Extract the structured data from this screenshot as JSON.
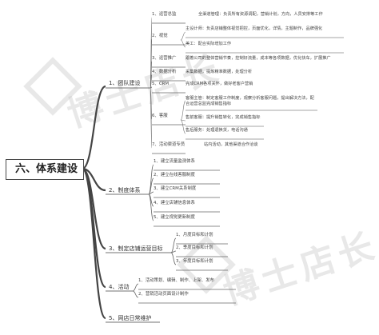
{
  "root": "六、体系建设",
  "watermark": "博士店长",
  "branches": [
    {
      "label": "1、团队建设",
      "children": [
        {
          "label": "1、运营总监",
          "note": "全渠道管理：负责所有资源调配，营销计划，方向，人员安排等工作"
        },
        {
          "label": "2、视觉",
          "subs": [
            {
              "text": "主设计师：负责店铺整体视觉把控，页面优化，详情，主题制作，品牌强化"
            },
            {
              "text": "美工：配合实际增加工作"
            }
          ]
        },
        {
          "label": "3、运营推广",
          "note": "跟着公司的整体营销节奏，控制好流量，成本等各项数据，优化快车，扩展推广"
        },
        {
          "label": "4、数据分析",
          "note": "采集数据，提炼精准数据，处理分析"
        },
        {
          "label": "5、CRM",
          "note": "完成CRM各项关怀，做好老客户营销"
        },
        {
          "label": "6、客服",
          "subs": [
            {
              "text": "客服主管：制定客服工作制度，观察分析客服问题，提出解决方法，配合运营总监完成销售指标"
            },
            {
              "text": "售前客服：提升销售转化，完成销售指标"
            },
            {
              "text": "售后服务：处理退换货，电话沟通"
            }
          ]
        },
        {
          "label": "7、活动渠道专员",
          "note": "站内活动，其他渠道合作洽谈"
        }
      ]
    },
    {
      "label": "2、制度体系",
      "children": [
        {
          "label": "1、建立流量监测体系"
        },
        {
          "label": "2、建立在线客服制度"
        },
        {
          "label": "3、建立CRM关系制度"
        },
        {
          "label": "4、建立店铺信息体系"
        },
        {
          "label": "5、建立视觉更新制度"
        }
      ]
    },
    {
      "label": "3、制定店铺运营目标",
      "children": [
        {
          "label": "1、月度目标和计划"
        },
        {
          "label": "2、季度目标和计划"
        },
        {
          "label": "3、年度目标和计划"
        }
      ]
    },
    {
      "label": "4、活动",
      "children": [
        {
          "label": "1、活动策划、编辑、制作、上架、发布"
        },
        {
          "label": "2、营销活动页面设计制作"
        }
      ]
    },
    {
      "label": "5、网店日常维护",
      "children": []
    }
  ]
}
